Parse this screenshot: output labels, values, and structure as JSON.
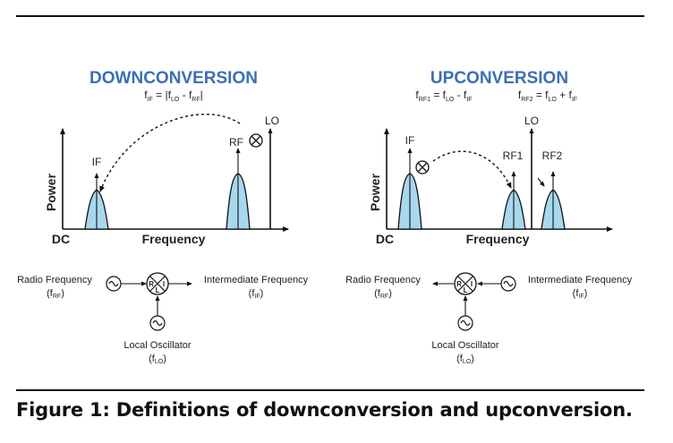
{
  "down": {
    "title": "DOWNCONVERSION",
    "formula": {
      "f1": "f",
      "s1": "IF",
      "eq": " = |f",
      "s2": "LO",
      "m": " - f",
      "s3": "RF",
      "end": "|"
    },
    "y_label": "Power",
    "x_label": "Frequency",
    "dc": "DC",
    "if_label": "IF",
    "rf_label": "RF",
    "lo_label": "LO",
    "left_signal": {
      "name": "Radio Frequency",
      "sym": "(f",
      "sub": "RF",
      "close": ")"
    },
    "right_signal": {
      "name": "Intermediate Frequency",
      "sym": "(f",
      "sub": "IF",
      "close": ")"
    },
    "osc": {
      "name": "Local Oscillator",
      "sym": "(f",
      "sub": "LO",
      "close": ")"
    }
  },
  "up": {
    "title": "UPCONVERSION",
    "formula1": {
      "f1": "f",
      "s1": "RF1",
      "eq": " = f",
      "s2": "LO",
      "m": " - f",
      "s3": "IF"
    },
    "formula2": {
      "f1": "f",
      "s1": "RF2",
      "eq": " = f",
      "s2": "LO",
      "m": " + f",
      "s3": "IF"
    },
    "y_label": "Power",
    "x_label": "Frequency",
    "dc": "DC",
    "if_label": "IF",
    "lo_label": "LO",
    "rf1_label": "RF1",
    "rf2_label": "RF2",
    "left_signal": {
      "name": "Radio Frequency",
      "sym": "(f",
      "sub": "RF",
      "close": ")"
    },
    "right_signal": {
      "name": "Intermediate Frequency",
      "sym": "(f",
      "sub": "IF",
      "close": ")"
    },
    "osc": {
      "name": "Local Oscillator",
      "sym": "(f",
      "sub": "LO",
      "close": ")"
    }
  },
  "mixer_ports": {
    "r": "R",
    "i": "I",
    "l": "L"
  },
  "caption": "Figure 1: Definitions of downconversion and upconversion."
}
